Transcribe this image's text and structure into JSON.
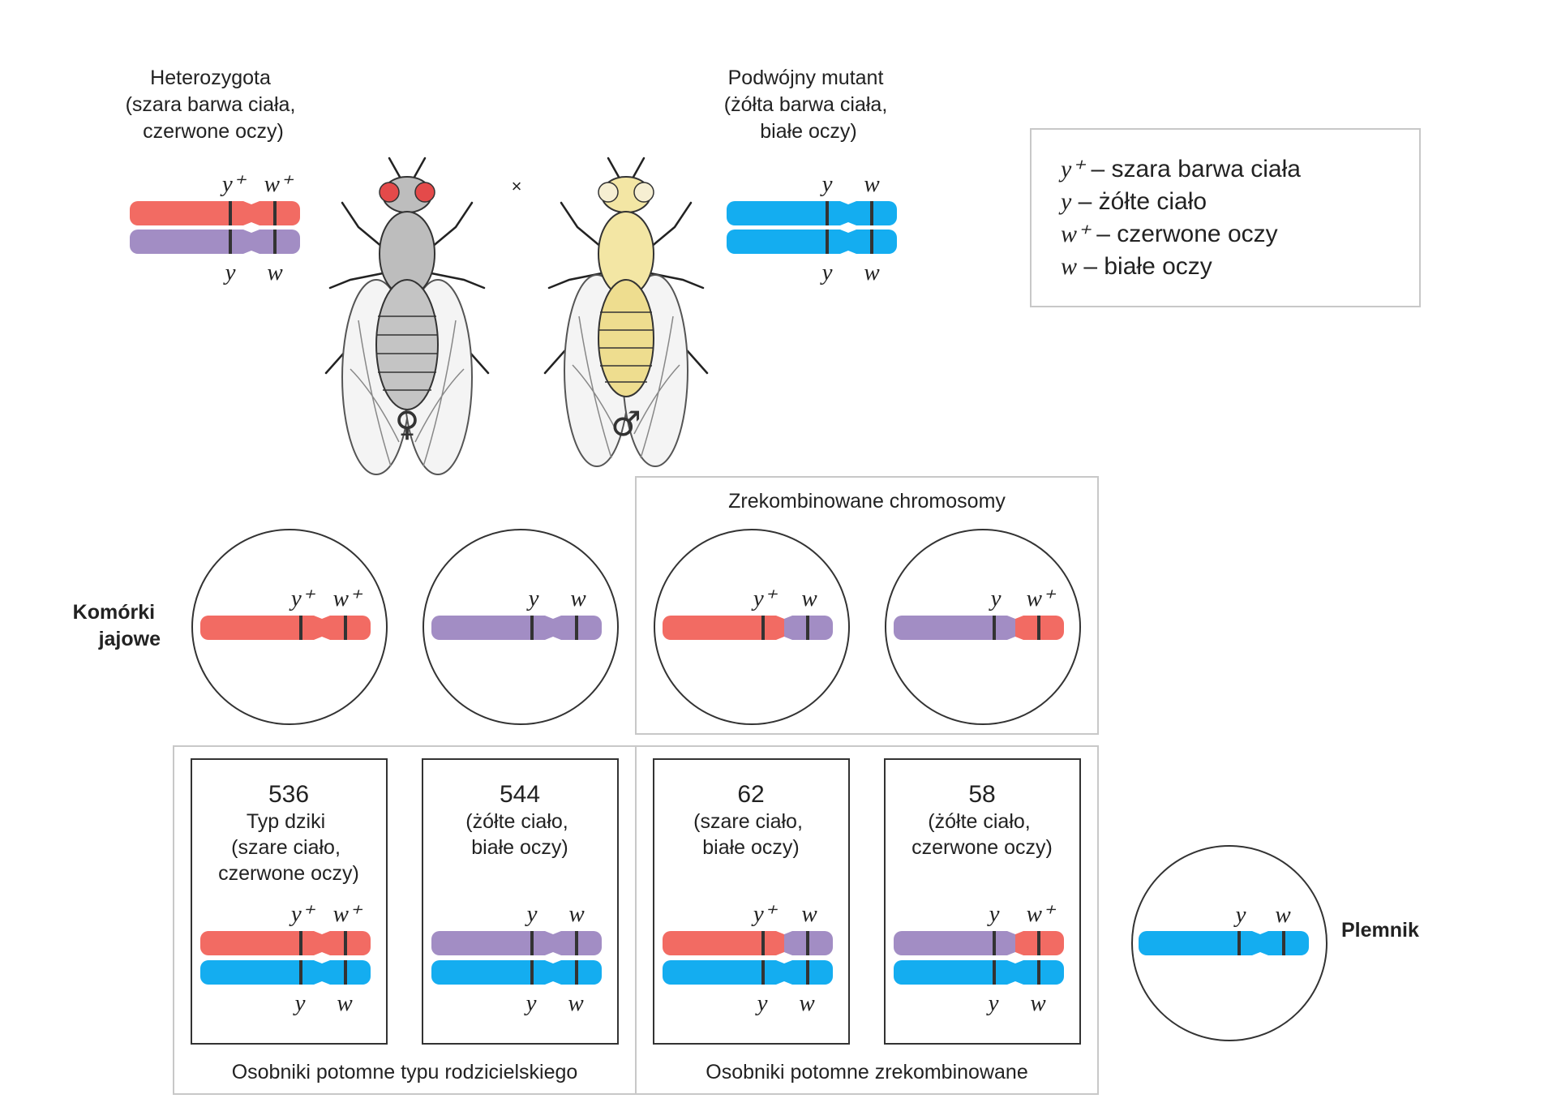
{
  "cross": {
    "female_title": [
      "Heterozygota",
      "(szara barwa ciała,",
      "czerwone oczy)"
    ],
    "male_title": [
      "Podwójny mutant",
      "(żółta barwa ciała,",
      "białe oczy)"
    ],
    "cross_symbol": "×",
    "female_symbol": "♀",
    "male_symbol": "♂",
    "female_top_alleles": [
      "y⁺",
      "w⁺"
    ],
    "female_bottom_alleles": [
      "y",
      "w"
    ],
    "male_top_alleles": [
      "y",
      "w"
    ],
    "male_bottom_alleles": [
      "y",
      "w"
    ]
  },
  "legend": {
    "lines": [
      {
        "allele": "y⁺",
        "text": " – szara barwa ciała"
      },
      {
        "allele": "y",
        "text": " – żółte ciało"
      },
      {
        "allele": "w⁺",
        "text": " – czerwone oczy"
      },
      {
        "allele": "w",
        "text": " – białe oczy"
      }
    ]
  },
  "eggs": {
    "row_label": [
      "Komórki",
      "jajowe"
    ],
    "recombined_title": "Zrekombinowane chromosomy",
    "cells": [
      {
        "alleles": [
          "y⁺",
          "w⁺"
        ]
      },
      {
        "alleles": [
          "y",
          "w"
        ]
      },
      {
        "alleles": [
          "y⁺",
          "w"
        ]
      },
      {
        "alleles": [
          "y",
          "w⁺"
        ]
      }
    ]
  },
  "offspring": {
    "parental_caption": "Osobniki potomne typu rodzicielskiego",
    "recombinant_caption": "Osobniki potomne zrekombinowane",
    "boxes": [
      {
        "count": "536",
        "desc": [
          "Typ dziki",
          "(szare ciało,",
          "czerwone oczy)"
        ],
        "top_alleles": [
          "y⁺",
          "w⁺"
        ],
        "bottom_alleles": [
          "y",
          "w"
        ]
      },
      {
        "count": "544",
        "desc": [
          "(żółte ciało,",
          "białe oczy)"
        ],
        "top_alleles": [
          "y",
          "w"
        ],
        "bottom_alleles": [
          "y",
          "w"
        ]
      },
      {
        "count": "62",
        "desc": [
          "(szare ciało,",
          "białe oczy)"
        ],
        "top_alleles": [
          "y⁺",
          "w"
        ],
        "bottom_alleles": [
          "y",
          "w"
        ]
      },
      {
        "count": "58",
        "desc": [
          "(żółte ciało,",
          "czerwone oczy)"
        ],
        "top_alleles": [
          "y",
          "w⁺"
        ],
        "bottom_alleles": [
          "y",
          "w"
        ]
      }
    ]
  },
  "sperm": {
    "label": "Plemnik",
    "alleles": [
      "y",
      "w"
    ]
  },
  "colors": {
    "red_chromosome": "#f26b63",
    "purple_chromosome": "#a28dc4",
    "blue_chromosome": "#14adf0",
    "band": "#333333",
    "box_border": "#c8c8c8",
    "cell_border": "#333333",
    "gray_fly": "#bdbdbd",
    "yellow_fly": "#f3e6a4",
    "red_eye": "#e44a4a",
    "white_eye": "#f6efd2"
  }
}
